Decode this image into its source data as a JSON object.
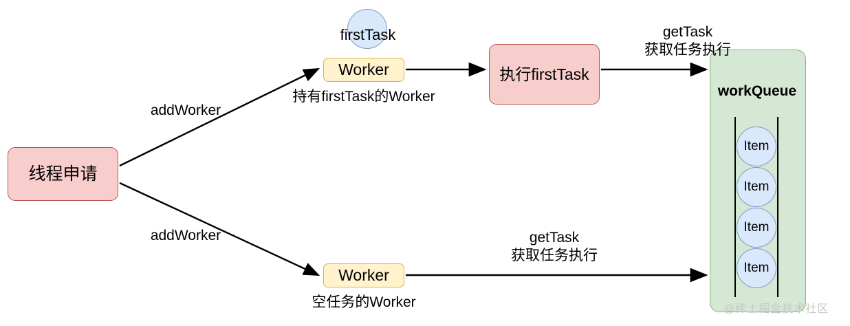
{
  "diagram": {
    "title": "Thread pool worker / workQueue flow",
    "background": "#ffffff",
    "colors": {
      "pink_fill": "#f8cecc",
      "pink_stroke": "#b85450",
      "yellow_fill": "#fff2cc",
      "yellow_stroke": "#d6b656",
      "green_fill": "#d5e8d4",
      "green_stroke": "#82b366",
      "blue_fill": "#dae8fc",
      "blue_stroke": "#7a9bc4",
      "edge_stroke": "#000000",
      "watermark": "#c8c8c8"
    },
    "nodes": {
      "source": {
        "label": "线程申请"
      },
      "first_task_circle": {
        "label": "firstTask"
      },
      "worker_top": {
        "label": "Worker"
      },
      "worker_top_caption": {
        "label": "持有firstTask的Worker"
      },
      "exec_first_task": {
        "label": "执行firstTask"
      },
      "worker_bottom": {
        "label": "Worker"
      },
      "worker_bottom_caption": {
        "label": "空任务的Worker"
      },
      "work_queue": {
        "label": "workQueue"
      },
      "queue_items": [
        {
          "label": "Item"
        },
        {
          "label": "Item"
        },
        {
          "label": "Item"
        },
        {
          "label": "Item"
        }
      ]
    },
    "edges": {
      "add_worker_top": {
        "label": "addWorker"
      },
      "add_worker_bottom": {
        "label": "addWorker"
      },
      "get_task_top": {
        "label": "getTask\n获取任务执行"
      },
      "get_task_bottom": {
        "label": "getTask\n获取任务执行"
      }
    },
    "watermark": {
      "text": "@稀土掘金技术社区"
    }
  }
}
